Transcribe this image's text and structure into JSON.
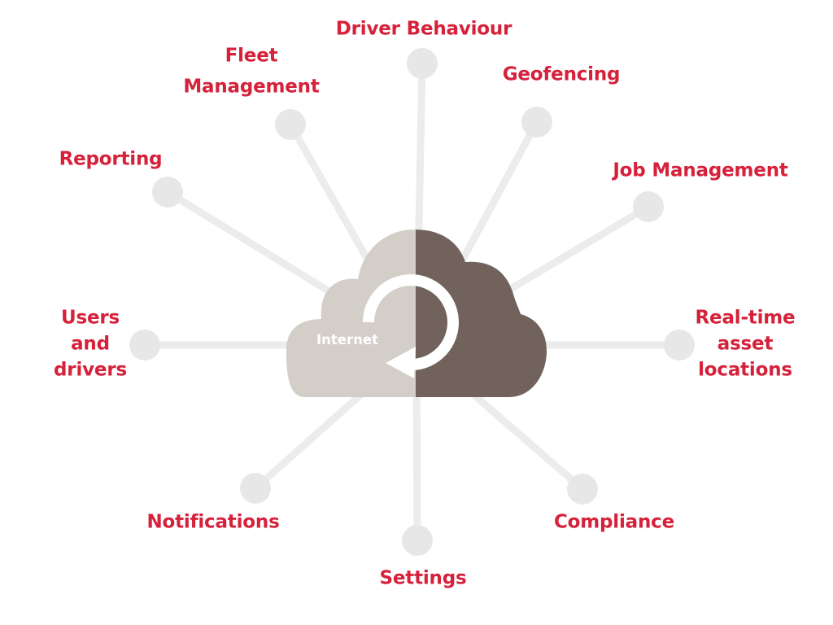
{
  "center": {
    "label": "Internet",
    "left_color": "#d3cec8",
    "right_color": "#71635c",
    "arrow_color": "#ffffff",
    "icon": "cloud-icon",
    "sync_icon": "refresh-arrow-icon"
  },
  "colors": {
    "label": "#d6213b",
    "spoke": "#edecec",
    "node": "#e8e7e7"
  },
  "spokes": [
    {
      "id": "driver-behaviour",
      "lines": [
        "Driver Behaviour"
      ]
    },
    {
      "id": "geofencing",
      "lines": [
        "Geofencing"
      ]
    },
    {
      "id": "job-management",
      "lines": [
        "Job Management"
      ]
    },
    {
      "id": "real-time-asset-locations",
      "lines": [
        "Real-time",
        "asset",
        "locations"
      ]
    },
    {
      "id": "compliance",
      "lines": [
        "Compliance"
      ]
    },
    {
      "id": "settings",
      "lines": [
        "Settings"
      ]
    },
    {
      "id": "notifications",
      "lines": [
        "Notifications"
      ]
    },
    {
      "id": "users-and-drivers",
      "lines": [
        "Users",
        "and",
        "drivers"
      ]
    },
    {
      "id": "reporting",
      "lines": [
        "Reporting"
      ]
    },
    {
      "id": "fleet-management",
      "lines": [
        "Fleet",
        "Management"
      ]
    }
  ]
}
